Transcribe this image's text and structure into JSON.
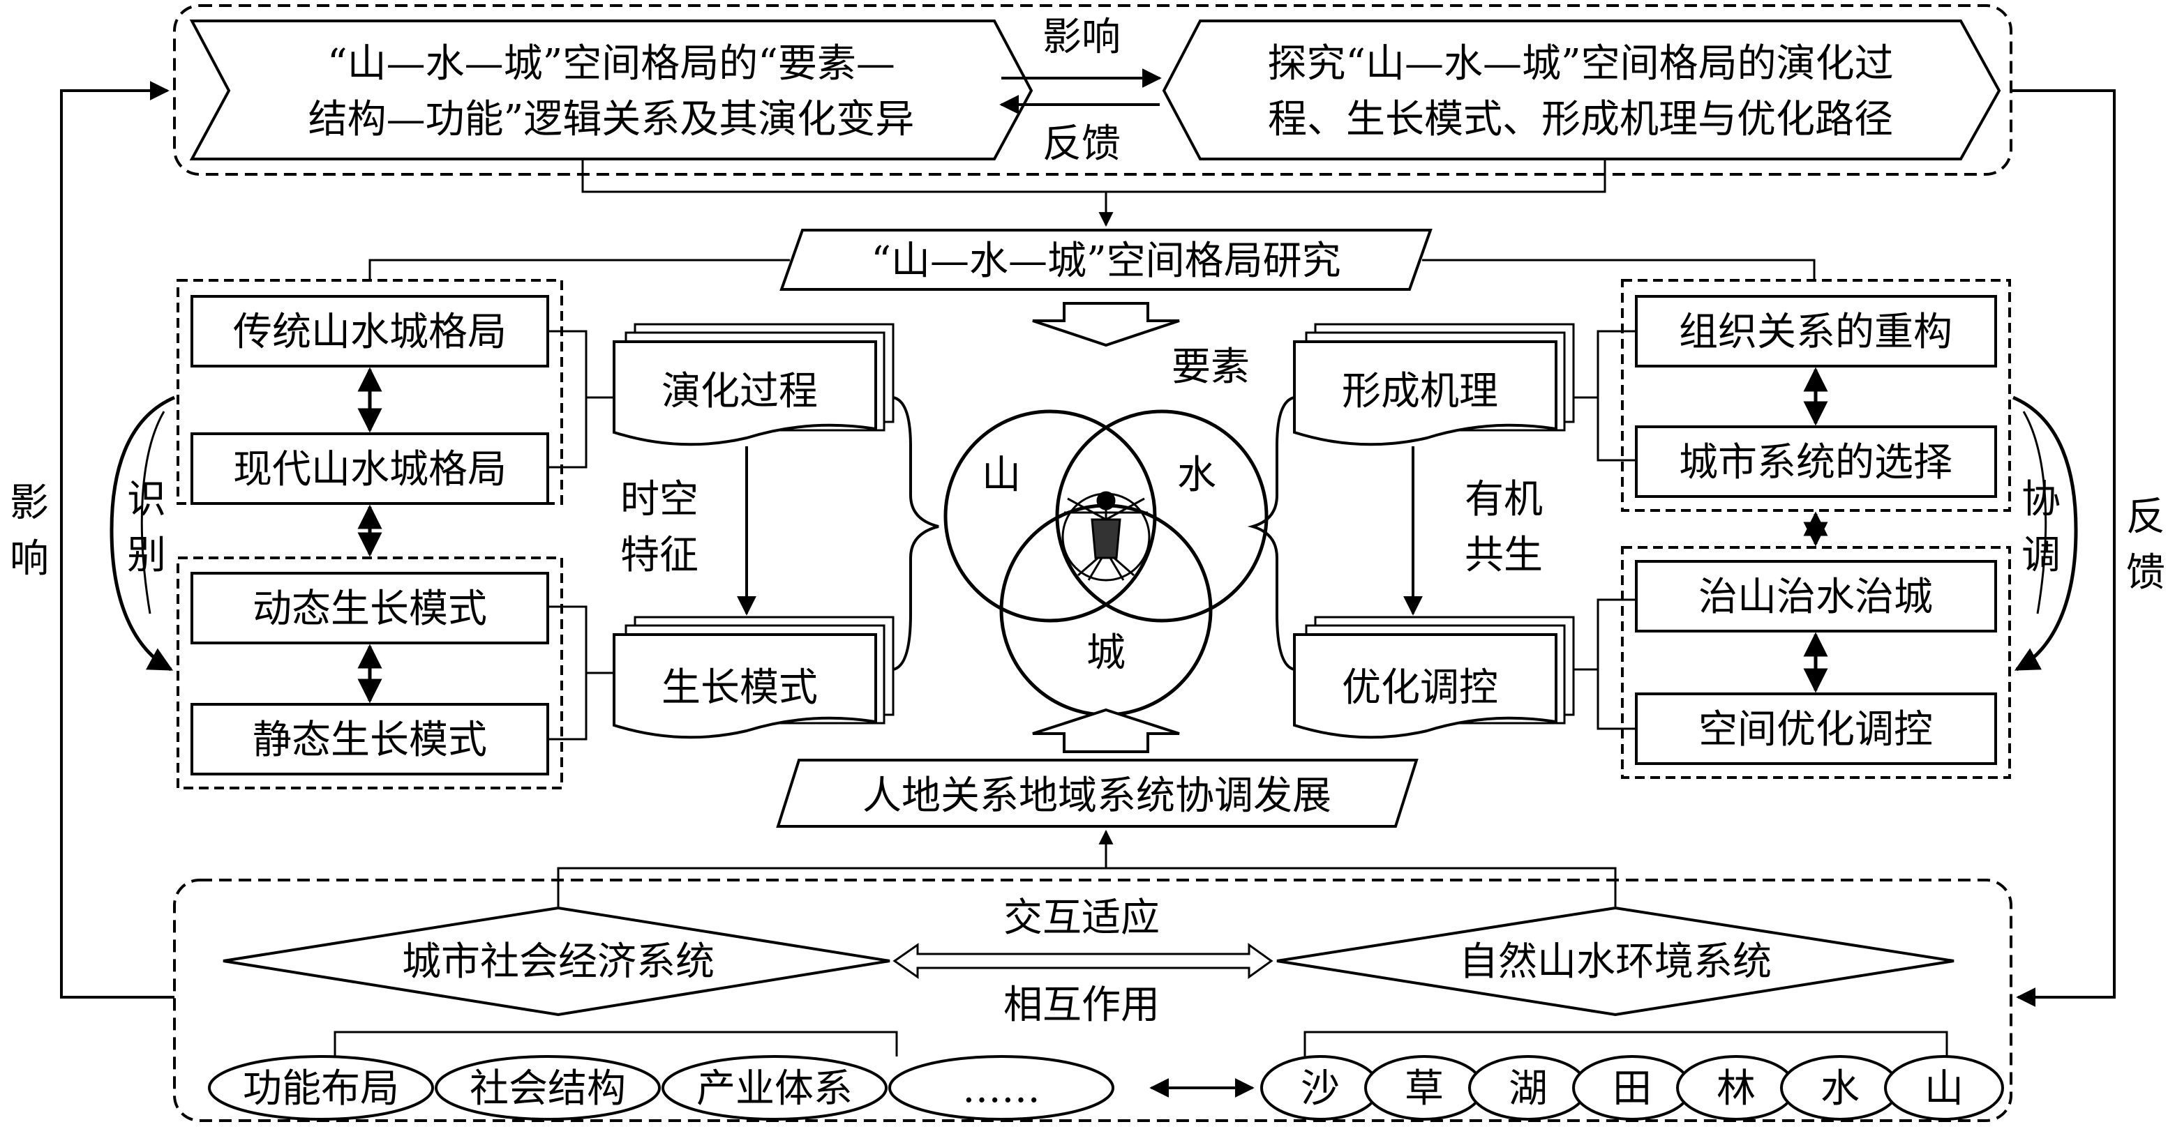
{
  "top": {
    "left_box": [
      "“山—水—城”空间格局的“要素—",
      "结构—功能”逻辑关系及其演化变异"
    ],
    "right_box": [
      "探究“山—水—城”空间格局的演化过",
      "程、生长模式、形成机理与优化路径"
    ],
    "arrow_top_label": "影响",
    "arrow_bottom_label": "反馈"
  },
  "center": {
    "research_title": "“山—水—城”空间格局研究",
    "elements_label": "要素",
    "venn": [
      "山",
      "水",
      "城"
    ],
    "bottom_banner": "人地关系地域系统协调发展"
  },
  "left": {
    "top_group": [
      "传统山水城格局",
      "现代山水城格局"
    ],
    "bottom_group": [
      "动态生长模式",
      "静态生长模式"
    ],
    "side_label": [
      "识",
      "别"
    ],
    "process_stack": "演化过程",
    "growth_stack": "生长模式",
    "link_label": [
      "时空",
      "特征"
    ]
  },
  "right": {
    "top_group": [
      "组织关系的重构",
      "城市系统的选择"
    ],
    "bottom_group": [
      "治山治水治城",
      "空间优化调控"
    ],
    "side_label": [
      "协",
      "调"
    ],
    "mechanism_stack": "形成机理",
    "control_stack": "优化调控",
    "link_label": [
      "有机",
      "共生"
    ]
  },
  "outer": {
    "left_label": [
      "影",
      "响"
    ],
    "right_label": [
      "反",
      "馈"
    ]
  },
  "bottom": {
    "left_system": "城市社会经济系统",
    "right_system": "自然山水环境系统",
    "arrow_top_label": "交互适应",
    "arrow_bottom_label": "相互作用",
    "left_ellipses": [
      "功能布局",
      "社会结构",
      "产业体系",
      "……"
    ],
    "right_ellipses": [
      "沙",
      "草",
      "湖",
      "田",
      "林",
      "水",
      "山"
    ]
  }
}
